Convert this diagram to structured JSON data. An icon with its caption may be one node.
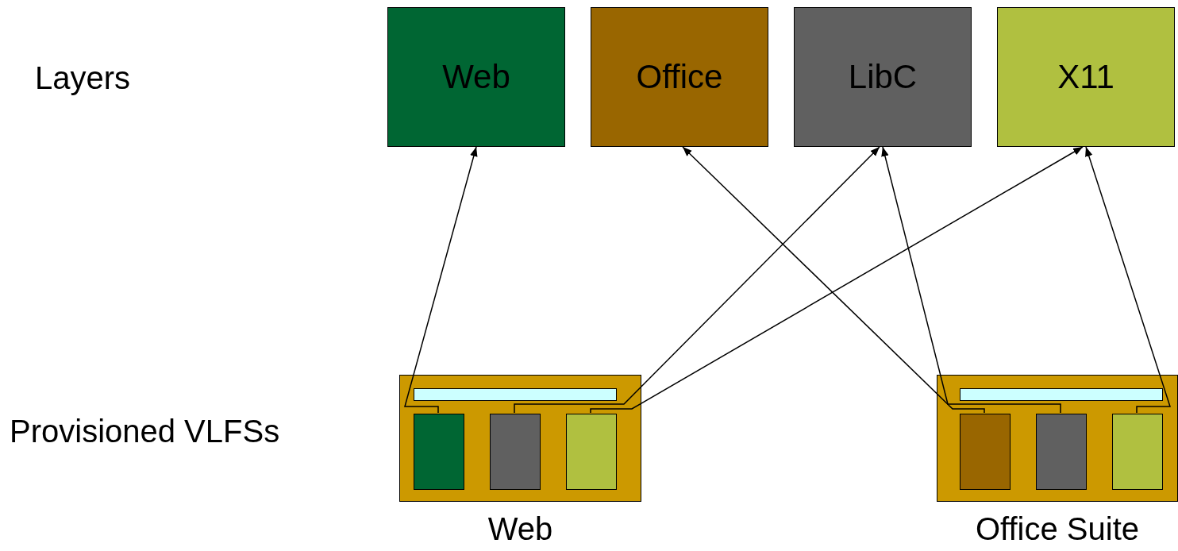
{
  "diagram": {
    "nodes": [
      {
        "text": [
          "Web"
        ]
      },
      {
        "text": [
          "Office"
        ]
      },
      {
        "text": [
          "LibC"
        ]
      },
      {
        "text": [
          "X11"
        ]
      },
      {
        "text": [
          "Web"
        ]
      },
      {
        "text": [],
        "shape": "bar",
        "in": 4
      },
      {
        "text": [],
        "shape": "box",
        "in": 4
      },
      {
        "text": [],
        "shape": "box",
        "in": 4
      },
      {
        "text": [],
        "shape": "box",
        "in": 4
      },
      {
        "text": [
          "Office Suite"
        ]
      },
      {
        "text": [],
        "shape": "bar",
        "in": 9
      },
      {
        "text": [],
        "shape": "box",
        "in": 9
      },
      {
        "text": [],
        "shape": "box",
        "in": 9
      },
      {
        "text": [],
        "shape": "box",
        "in": 9
      }
    ],
    "edges": [
      {
        "from": 6,
        "to": 0,
        "arrow": "to"
      },
      {
        "from": 7,
        "to": 2,
        "arrow": "to"
      },
      {
        "from": 8,
        "to": 3,
        "arrow": "to"
      },
      {
        "from": 11,
        "to": 1,
        "arrow": "to"
      },
      {
        "from": 12,
        "to": 2,
        "arrow": "to"
      },
      {
        "from": 13,
        "to": 3,
        "arrow": "to"
      }
    ],
    "labels": [
      "Layers",
      "Provisioned VLFSs"
    ]
  }
}
